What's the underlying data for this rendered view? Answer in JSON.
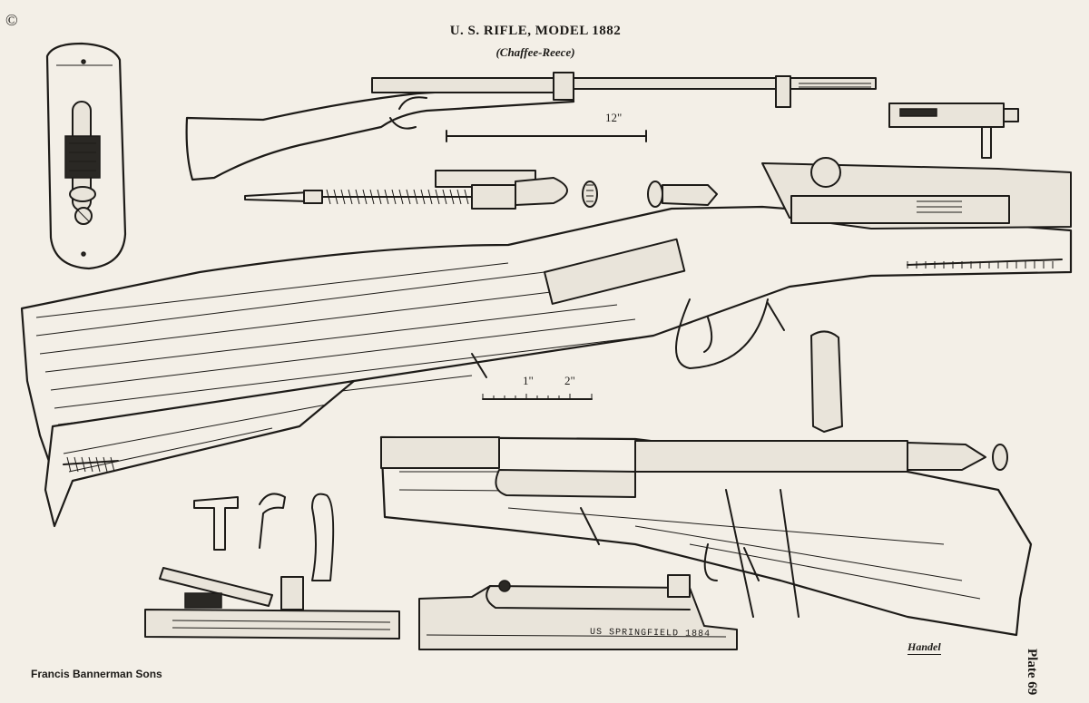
{
  "plate": {
    "title": "U. S. RIFLE, MODEL 1882",
    "subtitle": "(Chaffee-Reece)",
    "copyright_symbol": "©",
    "publisher": "Francis Bannerman Sons",
    "plate_number": "Plate 69",
    "artist_signature": "Handel",
    "receiver_marking": "US SPRINGFIELD 1884"
  },
  "scales": {
    "full_rifle_label": "12\"",
    "detail_label_1": "1\"",
    "detail_label_2": "2\""
  }
}
